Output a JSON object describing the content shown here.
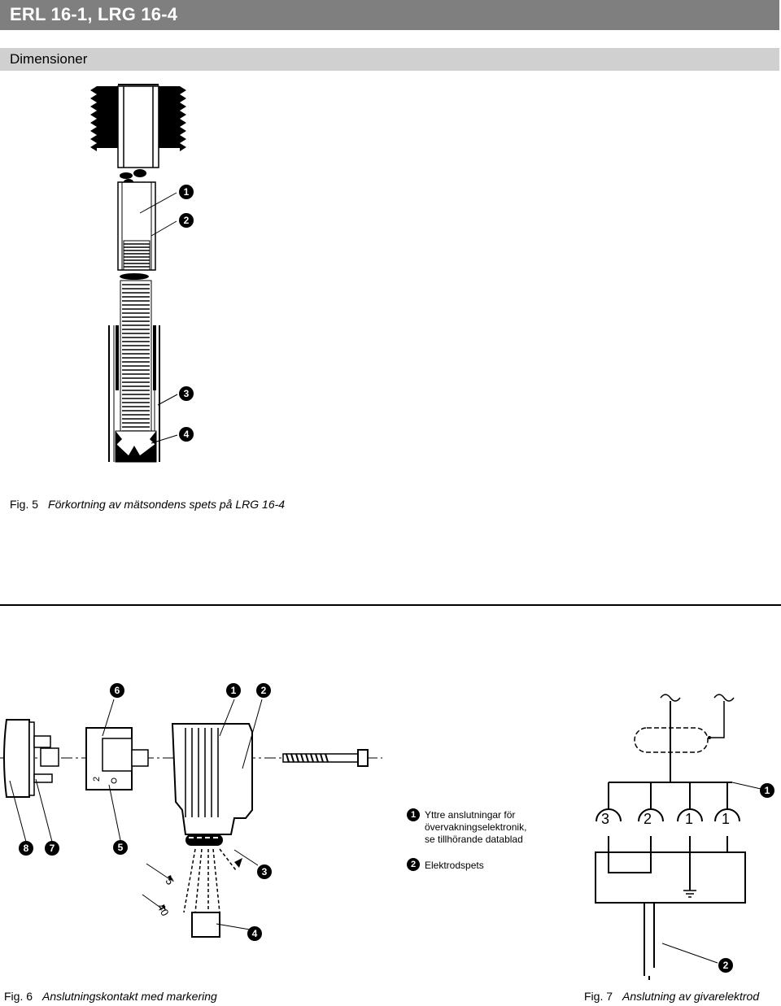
{
  "header": {
    "title": "ERL 16-1, LRG 16-4"
  },
  "section": {
    "title": "Dimensioner"
  },
  "fig5": {
    "caption_num": "Fig. 5",
    "caption_text": "Förkortning av mätsondens spets på LRG 16-4",
    "markers": [
      "1",
      "2",
      "3",
      "4"
    ]
  },
  "fig6": {
    "caption_num": "Fig. 6",
    "caption_text": "Anslutningskontakt med markering",
    "markers": [
      "6",
      "1",
      "2",
      "8",
      "7",
      "5",
      "3",
      "4"
    ],
    "dim_small": "5",
    "dim_large": "40",
    "pin_label": "2"
  },
  "legend": {
    "item1_num": "1",
    "item1_line1": "Yttre anslutningar för",
    "item1_line2": "övervakningselektronik,",
    "item1_line3": "se tillhörande datablad",
    "item2_num": "2",
    "item2_text": "Elektrodspets"
  },
  "fig7": {
    "caption_num": "Fig. 7",
    "caption_text": "Anslutning av givarelektrod",
    "markers": [
      "1",
      "2"
    ],
    "terminals": [
      "3",
      "2",
      "1",
      "1"
    ]
  },
  "colors": {
    "title_bar": "#7f7f7f",
    "section_bar": "#d0d0d0",
    "marker": "#000000"
  }
}
